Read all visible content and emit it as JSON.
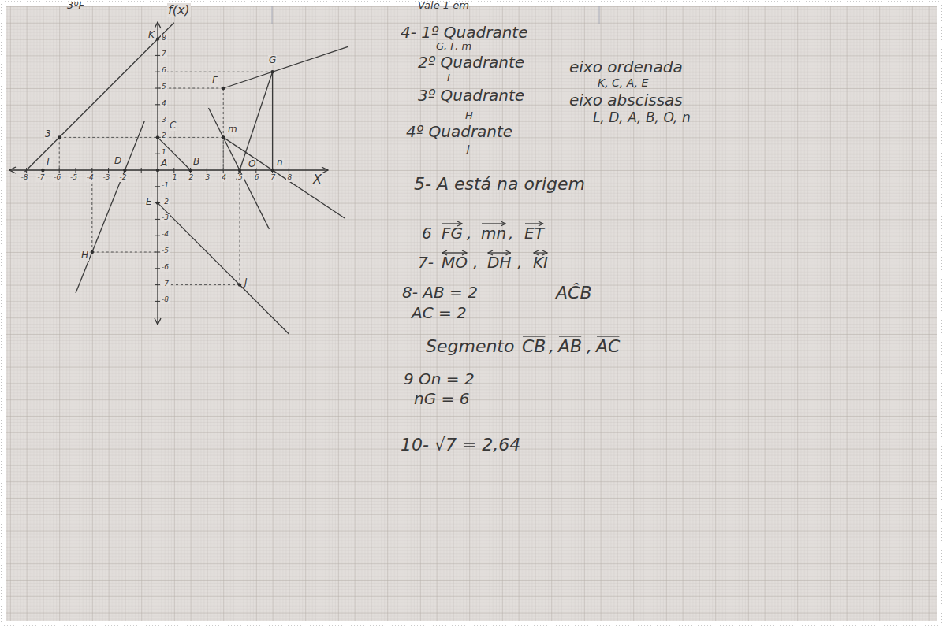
{
  "diagram": {
    "labels": [
      "3ºF",
      "f(x)",
      "Vale 1 em",
      "4- 1º Quadrante",
      "G, F, m",
      "2º Quadrante",
      "eixo ordenada",
      "I",
      "K, C, A, E",
      "3º Quadrante",
      "eixo abscissas",
      "L, D, A, B, O, n",
      "H",
      "4º Quadrante",
      "J",
      "5- A está na origem",
      "6",
      "FG",
      ",",
      "mn",
      ",",
      "ET",
      "7-",
      "MO",
      ",",
      "DH",
      ",",
      "KI",
      "8- AB = 2",
      "AC = 2",
      "AĈB",
      "Segmento",
      "CB",
      ",",
      "AB",
      ",",
      "AC",
      "9 On = 2",
      "nG = 6",
      "10- √7 = 2,64",
      "X",
      "K",
      "G",
      "F",
      "m",
      "C",
      "A",
      "B",
      "D",
      "L",
      "O",
      "n",
      "E",
      "H",
      "J",
      "3",
      "-8",
      "-7",
      "-6",
      "-5",
      "-4",
      "-3",
      "-2",
      "1",
      "2",
      "3",
      "4",
      "5",
      "6",
      "7",
      "8",
      "1",
      "2",
      "3",
      "4",
      "5",
      "6",
      "7",
      "8",
      "-1",
      "-2",
      "-3",
      "-4",
      "-5",
      "-6",
      "-7",
      "-8"
    ]
  }
}
